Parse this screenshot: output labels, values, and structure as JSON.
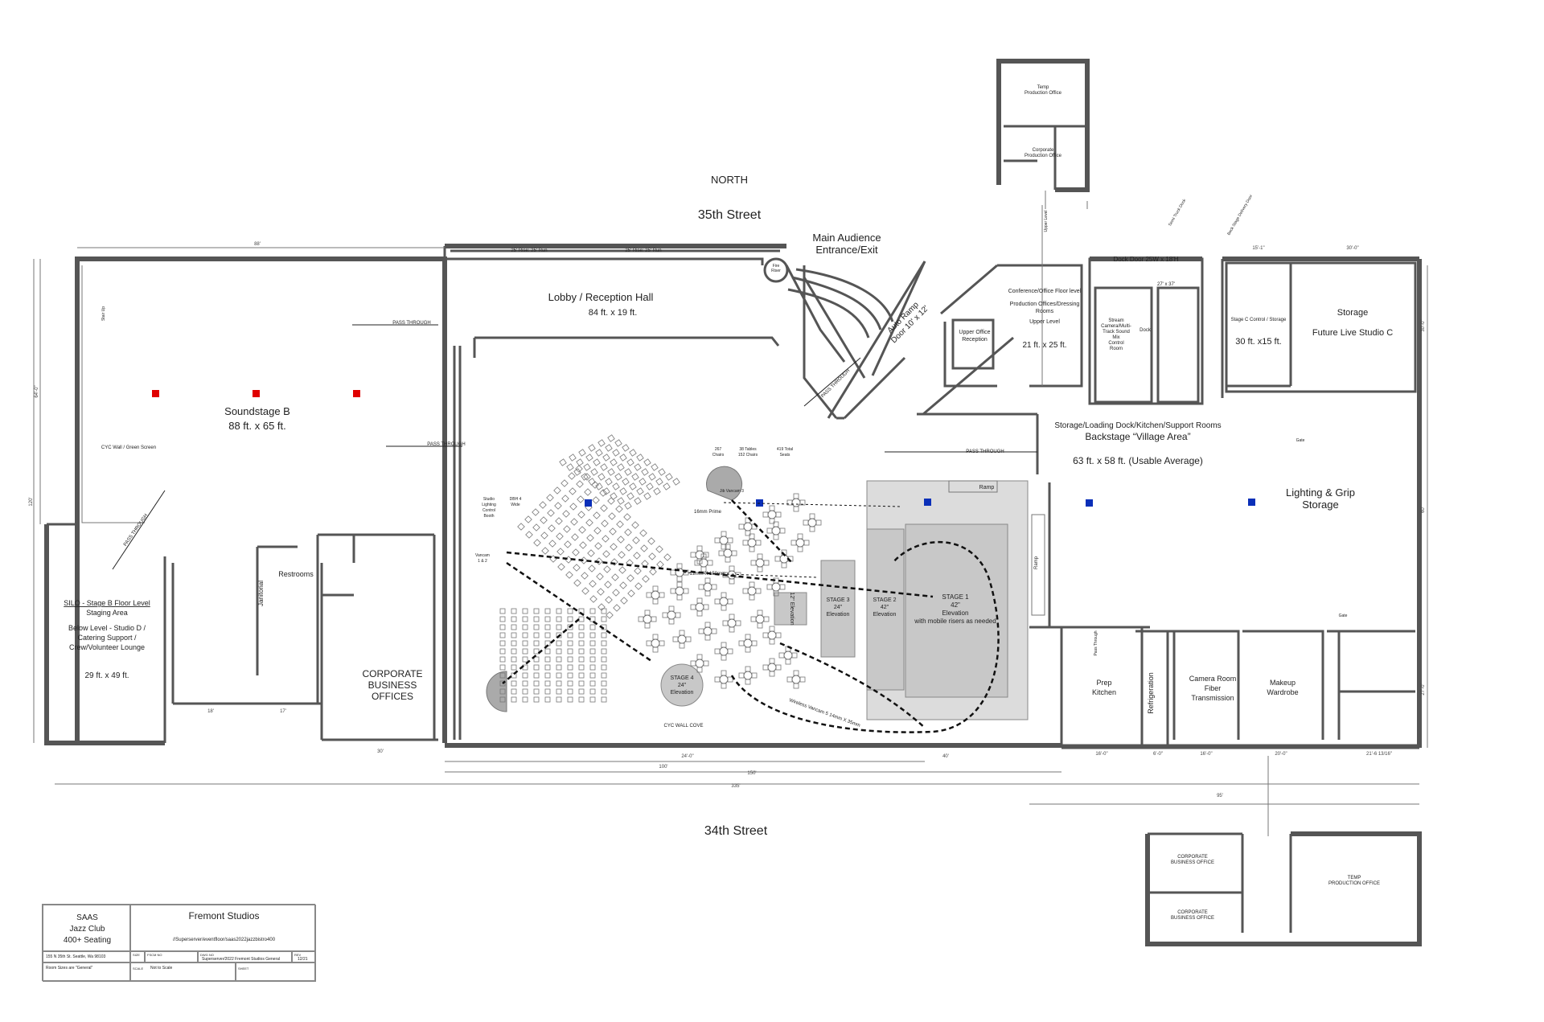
{
  "labels": {
    "north": "NORTH",
    "street_north": "35th Street",
    "street_south": "34th Street",
    "main_entrance": "Main Audience\nEntrance/Exit",
    "lobby": "Lobby / Reception Hall",
    "lobby_size": "84 ft. x 19 ft.",
    "soundstage": "Soundstage B",
    "soundstage_size": "88 ft. x 65 ft.",
    "silo_title": "SILO - Stage B Floor Level",
    "silo_2": "Staging Area",
    "silo_3": "Below Level - Studio D /",
    "silo_4": "Catering Support /",
    "silo_5": "Crew/Volunteer Lounge",
    "silo_size": "29 ft. x 49 ft.",
    "corporate": "CORPORATE\nBUSINESS\nOFFICES",
    "restrooms": "Restrooms",
    "janitorial": "Janitorial",
    "auto_ramp": "Auto Ramp\nDoor 10' x 12'",
    "conference": "Conference/Office Floor level",
    "production_offices": "Production Offices/Dressing\nRooms",
    "upper_level": "Upper Level",
    "conf_size": "21 ft. x 25 ft.",
    "upper_office": "Upper Office\nReception",
    "stream_room": "Stream\nCamera/Multi-\nTrack Sound\nMix\nControl\nRoom",
    "dock": "Dock",
    "dock_door": "Dock Door 25W x 18'H",
    "stage_c_control": "Stage C Control / Storage",
    "stage_c_size": "30 ft. x15 ft.",
    "storage": "Storage",
    "future_studio": "Future Live Studio C",
    "backstage_1": "Storage/Loading Dock/Kitchen/Support Rooms",
    "backstage_2": "Backstage “Village Area”",
    "backstage_size": "63 ft. x 58 ft. (Usable Average)",
    "lighting_grip": "Lighting & Grip\nStorage",
    "stage1": "STAGE 1\n42\"\nElevation\nwith mobile risers as needed",
    "stage2": "STAGE 2\n42\"\nElevation",
    "stage3": "STAGE 3\n24\"\nElevation",
    "stage_12": "12\"\nElevation",
    "stage4": "STAGE 4\n24\"\nElevation",
    "prep_kitchen": "Prep\nKitchen",
    "refrigeration": "Refrigeration",
    "camera_room": "Camera Room\nFiber\nTransmission",
    "makeup": "Makeup\nWardrobe",
    "temp_prod_office": "Temp\nProduction Office",
    "corp_prod_office": "Corporate\nProduction Office",
    "corp_business_office": "CORPORATE\nBUSINESS OFFICE",
    "temp_production_office": "TEMP\nPRODUCTION OFFICE",
    "pass_through": "PASS THROUGH",
    "cyc_wall": "CYC Wall / Green Screen",
    "cyc_wall_cove": "CYC WALL COVE",
    "ramp": "Ramp",
    "fire_riser": "Fire\nRiser",
    "chairs": "267\nChairs",
    "tables": "38 Tables\n152 Chairs",
    "total_seats": "419 Total\nSeats",
    "jib": "Jib Vancam 3",
    "studio_lighting": "Studio\nLighting\nControl\nBooth",
    "vancam": "Vancam\n1 & 2",
    "dbh": "DBH 4\nWide",
    "gate": "Gate",
    "upper_level_vert": "Upper Level",
    "semi_truck": "Semi Truck Dock",
    "back_stage_door": "Back Stage Delivery Door",
    "riser_1": "25' Rise: 25' Run",
    "riser_2": "25' Rise: 25' Run",
    "wireless_vancam": "Wireless Vancam 5 14mm X 35mm",
    "lens_1": "16mm Prime",
    "lens_2": "22mm X 150mm",
    "stair_up": "Stair Up",
    "pass_thru_kitchen": "Pass Through"
  },
  "dimensions": {
    "d88": "88'",
    "d335": "335'",
    "d150": "150'",
    "d100": "100'",
    "d40": "40'",
    "d30": "30'",
    "d18": "18'",
    "d17": "17'",
    "d24": "24'-0\"",
    "d95": "95'",
    "d16": "16'-0\"",
    "d6": "6'-0\"",
    "d16b": "16'-0\"",
    "d20": "20'-0\"",
    "d21": "21'-6 13/16\"",
    "d15": "15'-1\"",
    "d30b": "30'-0\"",
    "d60": "60'",
    "d120": "120'",
    "d64": "64'-0\"",
    "d27": "27'-0\"",
    "d30c": "30'-0\"",
    "dock_dim": "27' x 37'"
  },
  "title_block": {
    "venue_line1": "SAAS",
    "venue_line2": "Jazz Club",
    "venue_line3": "400+ Seating",
    "company": "Fremont Studios",
    "path": "//Superserver/eventfloor/saas2022jazzbistro400",
    "address": "155 N 35th St. Seattle, Wa 98103",
    "size_label": "SIZE",
    "fscm_label": "FSCM NO",
    "dwg_label": "DWG NO",
    "dwg_value": "Superserver/2022 Fremont Studios General",
    "rev_label": "REV",
    "rev_value": "12/21",
    "note": "Room Sizes are \"General\"",
    "scale_label": "SCALE",
    "scale_value": "Not to Scale",
    "sheet_label": "SHEET"
  },
  "colors": {
    "wall": "#555555",
    "stage_fill": "#c8c8c8",
    "light_red": "#e00000",
    "light_blue": "#0a2fb8"
  }
}
